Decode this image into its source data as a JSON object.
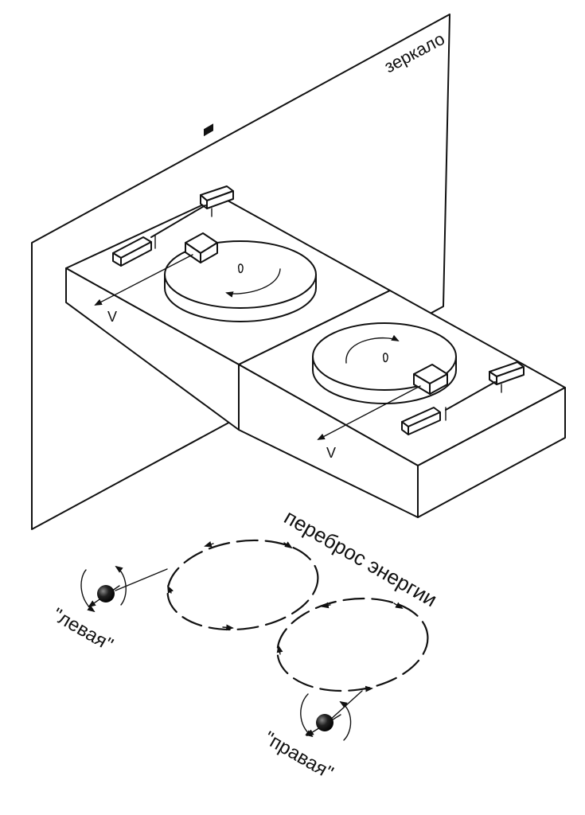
{
  "labels": {
    "mirror": "зеркало",
    "velocity_left": "V",
    "velocity_right": "V",
    "energy_transfer": "переброс энергии",
    "left_particle": "\"левая\"",
    "right_particle": "\"правая\""
  },
  "colors": {
    "ink": "#111111",
    "background": "#ffffff"
  }
}
